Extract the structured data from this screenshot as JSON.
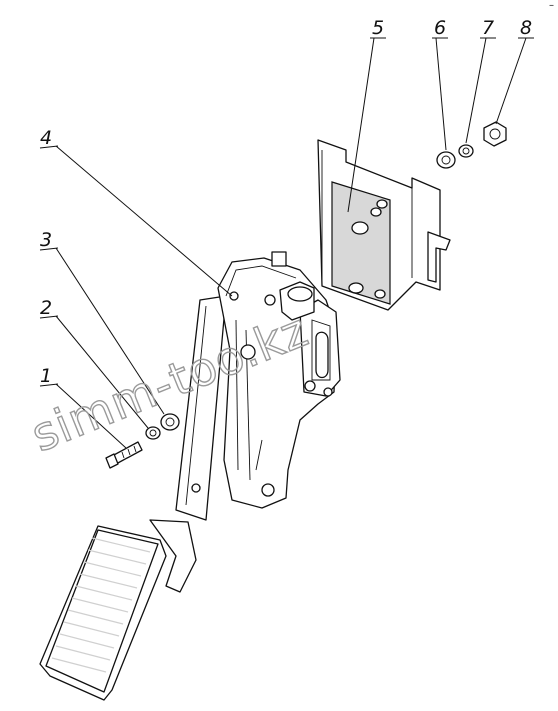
{
  "callouts": [
    {
      "id": "1",
      "label": "1"
    },
    {
      "id": "2",
      "label": "2"
    },
    {
      "id": "3",
      "label": "3"
    },
    {
      "id": "4",
      "label": "4"
    },
    {
      "id": "5",
      "label": "5"
    },
    {
      "id": "6",
      "label": "6"
    },
    {
      "id": "7",
      "label": "7"
    },
    {
      "id": "8",
      "label": "8"
    }
  ],
  "watermark": "simm-too.kz",
  "corner_mark": "–"
}
